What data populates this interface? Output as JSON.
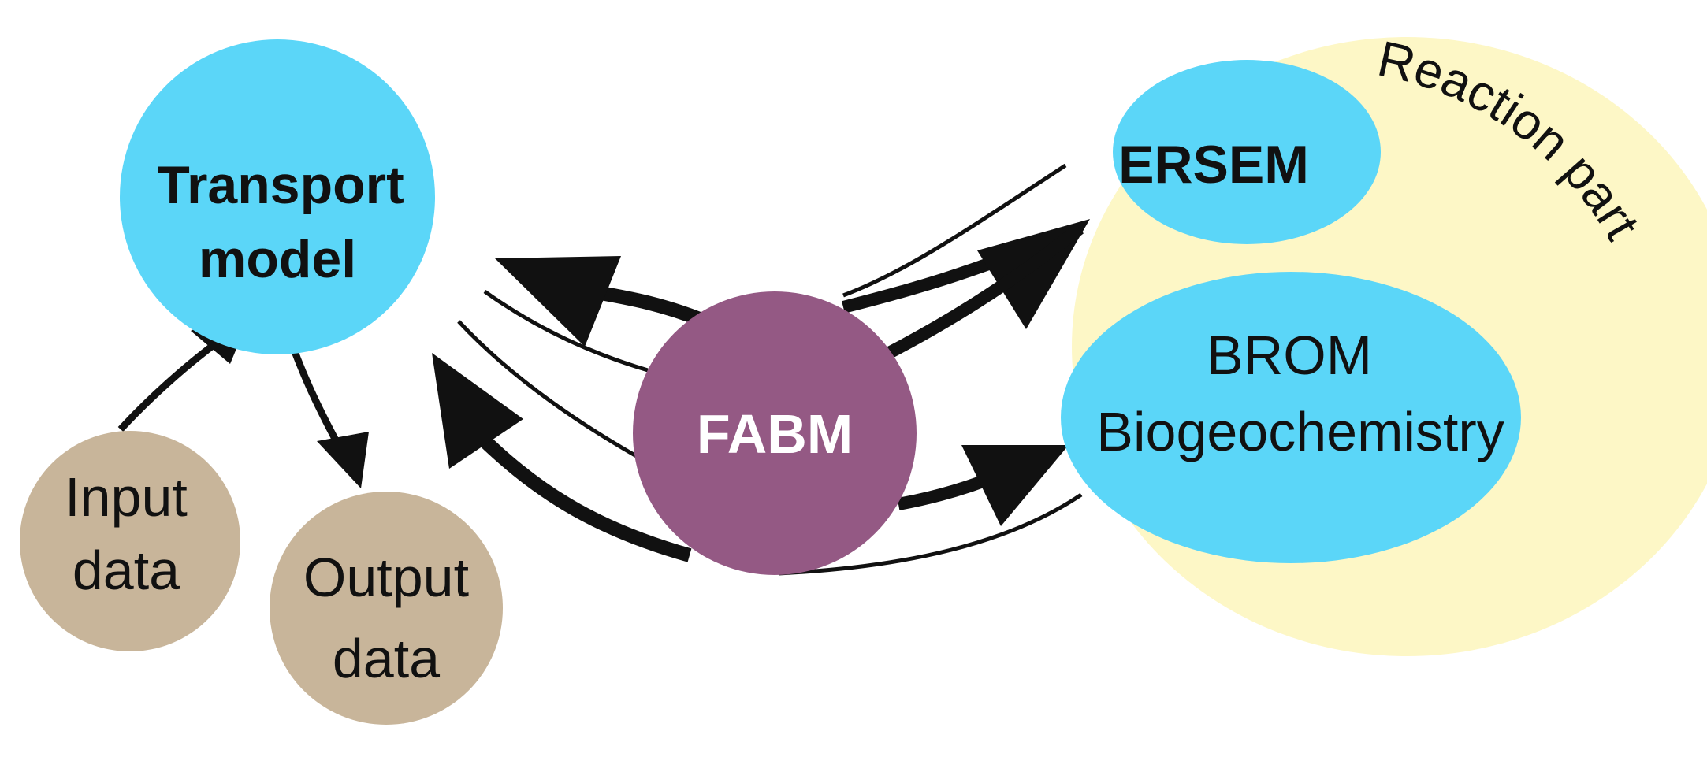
{
  "nodes": {
    "transport_model": {
      "line1": "Transport",
      "line2": "model"
    },
    "fabm": {
      "label": "FABM"
    },
    "ersem": {
      "label": "ERSEM"
    },
    "brom": {
      "line1": "BROM",
      "line2": "Biogeochemistry"
    },
    "input_data": {
      "line1": "Input",
      "line2": "data"
    },
    "output_data": {
      "line1": "Output",
      "line2": "data"
    },
    "reaction_part": {
      "label": "Reaction part"
    }
  },
  "colors": {
    "cyan": "#5bd6f8",
    "fabm_purple": "#945984",
    "tan": "#c8b59a",
    "pale_yellow": "#fdf7c6",
    "arrow": "#111111",
    "fabm_text": "#ffffff",
    "text": "#111111"
  }
}
